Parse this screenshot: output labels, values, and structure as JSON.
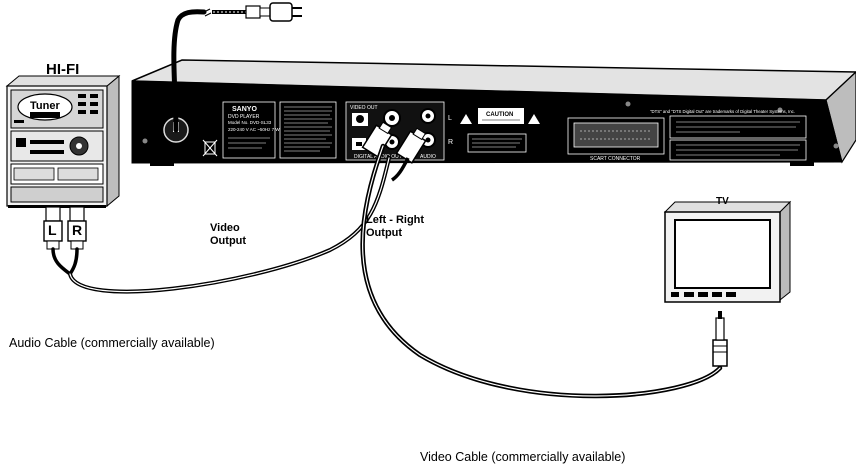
{
  "labels": {
    "hifi": "HI-FI",
    "tuner": "Tuner",
    "tv": "TV",
    "video_output": "Video\nOutput",
    "left_right_output": "Left - Right\nOutput",
    "audio_cable": "Audio Cable (commercially available)",
    "video_cable": "Video Cable (commercially available)",
    "plug_left": "L",
    "plug_right": "R"
  },
  "device": {
    "brand": "SANYO",
    "product_line": "DVD PLAYER",
    "model": "Model No. DVD-SL33",
    "power": "220-240 V AC ~50Hz 7 W",
    "caution": "CAUTION",
    "scart": "SCART CONNECTOR",
    "digital_audio_out": "DIGITAL AUDIO OUT",
    "video_out": "VIDEO OUT",
    "audio": "AUDIO",
    "trademark_note": "\"DTS\" and \"DTS Digital Out\" are trademarks of Digital Theater Systems, Inc.",
    "jack_left": "L",
    "jack_right": "R"
  }
}
